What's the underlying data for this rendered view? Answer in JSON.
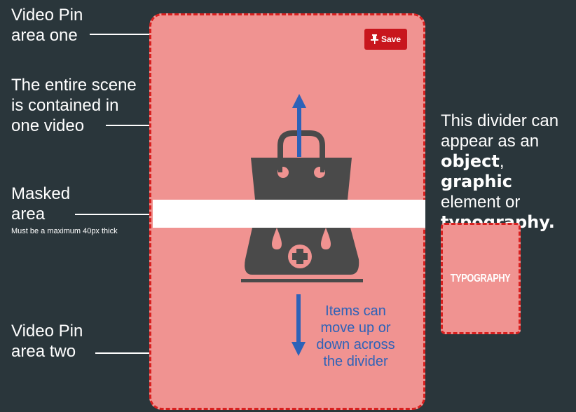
{
  "annotations": {
    "area_one": [
      "Video Pin",
      "area one"
    ],
    "entire_scene": [
      "The entire scene",
      "is contained in",
      "one video"
    ],
    "masked_area": [
      "Masked",
      "area"
    ],
    "masked_note": "Must be a maximum 40px thick",
    "area_two": [
      "Video Pin",
      "area two"
    ]
  },
  "pin": {
    "save_label": "Save",
    "items_text": [
      "Items can",
      "move up or",
      "down across",
      "the divider"
    ]
  },
  "divider_info": {
    "line1": "This divider can",
    "line2": "appear as an",
    "object": "object",
    "sep": ", ",
    "graphic": "graphic",
    "line4": "element or",
    "typography": "typography."
  },
  "typo_card": {
    "text": "TYPOGRAPHY"
  },
  "colors": {
    "background": "#2a363b",
    "pin_fill": "#f09391",
    "dashed_border": "#d8201f",
    "save_button": "#c8161d",
    "arrow_blue": "#2d62b8",
    "bag_gray": "#4a4a4a"
  },
  "icons": [
    "pin-icon",
    "shopping-bag-icon",
    "arrow-up-icon",
    "arrow-down-icon",
    "medical-cross-icon"
  ]
}
